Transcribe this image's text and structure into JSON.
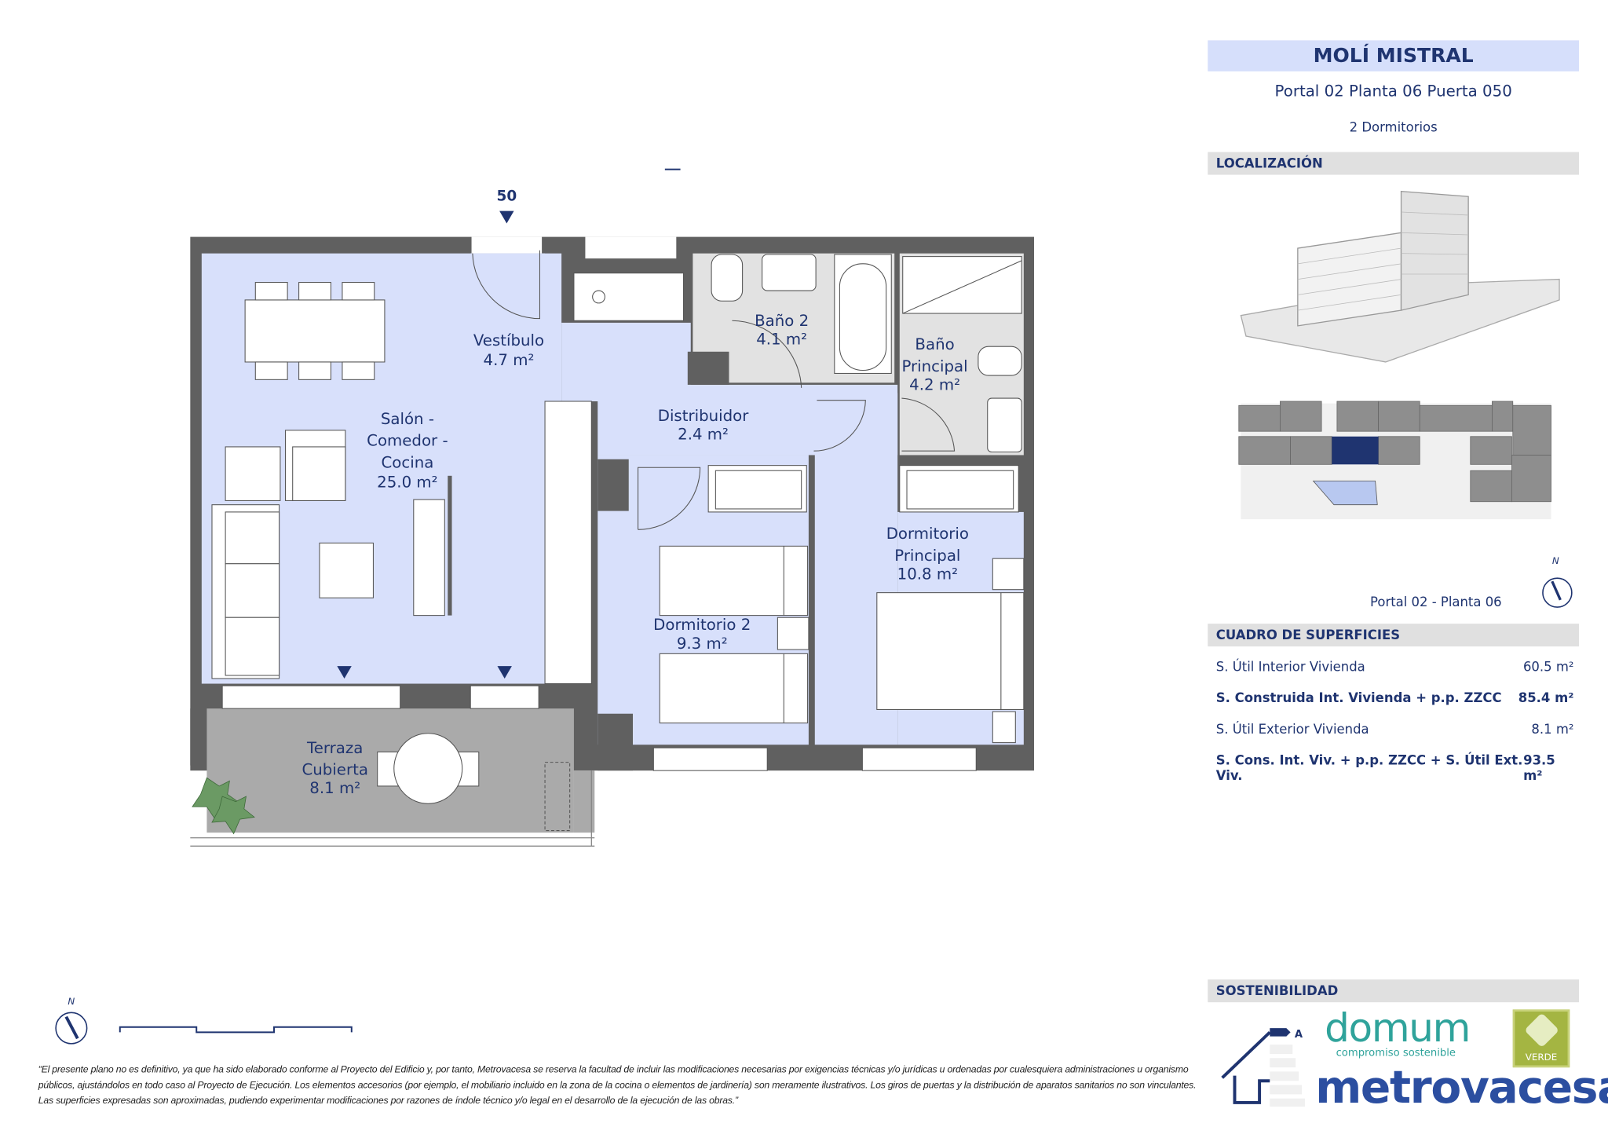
{
  "header": {
    "project": "MOLÍ MISTRAL",
    "unit": "Portal 02 Planta 06 Puerta 050",
    "bedrooms": "2 Dormitorios"
  },
  "location": {
    "title": "LOCALIZACIÓN",
    "caption": "Portal 02 - Planta 06",
    "north": "N"
  },
  "surfaces": {
    "title": "CUADRO DE SUPERFICIES",
    "rows": [
      {
        "label": "S. Útil Interior Vivienda",
        "value": "60.5 m²",
        "bold": false
      },
      {
        "label": "S. Construida Int. Vivienda + p.p. ZZCC",
        "value": "85.4 m²",
        "bold": true
      },
      {
        "label": "S. Útil Exterior Vivienda",
        "value": "8.1 m²",
        "bold": false
      },
      {
        "label": "S. Cons. Int. Viv. + p.p. ZZCC + S. Útil Ext. Viv.",
        "value": "93.5 m²",
        "bold": true
      }
    ]
  },
  "sustainability": {
    "title": "SOSTENIBILIDAD",
    "energy_class": "A",
    "domum": "domum",
    "domum_tagline": "compromiso sostenible",
    "verde": "VERDE",
    "brand": "metrovacesa"
  },
  "plan": {
    "entry_number": "50",
    "north": "N",
    "rooms": {
      "vestibulo": [
        "Vestíbulo",
        "4.7 m²"
      ],
      "salon": [
        "Salón -",
        "Comedor -",
        "Cocina",
        "25.0 m²"
      ],
      "bano2": [
        "Baño 2",
        "4.1 m²"
      ],
      "bano_principal": [
        "Baño",
        "Principal",
        "4.2 m²"
      ],
      "distribuidor": [
        "Distribuidor",
        "2.4 m²"
      ],
      "dormitorio2": [
        "Dormitorio 2",
        "9.3 m²"
      ],
      "dormitorio_principal": [
        "Dormitorio",
        "Principal",
        "10.8 m²"
      ],
      "terraza": [
        "Terraza",
        "Cubierta",
        "8.1 m²"
      ]
    },
    "colors": {
      "wall": "#606060",
      "room": "#d8e0fb",
      "bath": "#e2e2e2",
      "terrace": "#aaaaaa",
      "accent": "#1f3470"
    }
  },
  "disclaimer": "“El presente plano no es definitivo, ya que ha sido elaborado conforme al Proyecto del Edificio y, por tanto, Metrovacesa se reserva la facultad de incluir las modificaciones necesarias por exigencias técnicas y/o jurídicas u ordenadas por cualesquiera administraciones u organismo públicos, ajustándolos en todo caso al Proyecto de Ejecución. Los elementos accesorios (por ejemplo, el mobiliario incluido en la zona de la cocina o elementos de jardinería) son meramente ilustrativos. Los giros de puertas y la distribución de aparatos sanitarios no son vinculantes. Las superficies expresadas son aproximadas, pudiendo experimentar modificaciones por razones de índole técnico y/o legal en el desarrollo de la ejecución de las obras.”"
}
